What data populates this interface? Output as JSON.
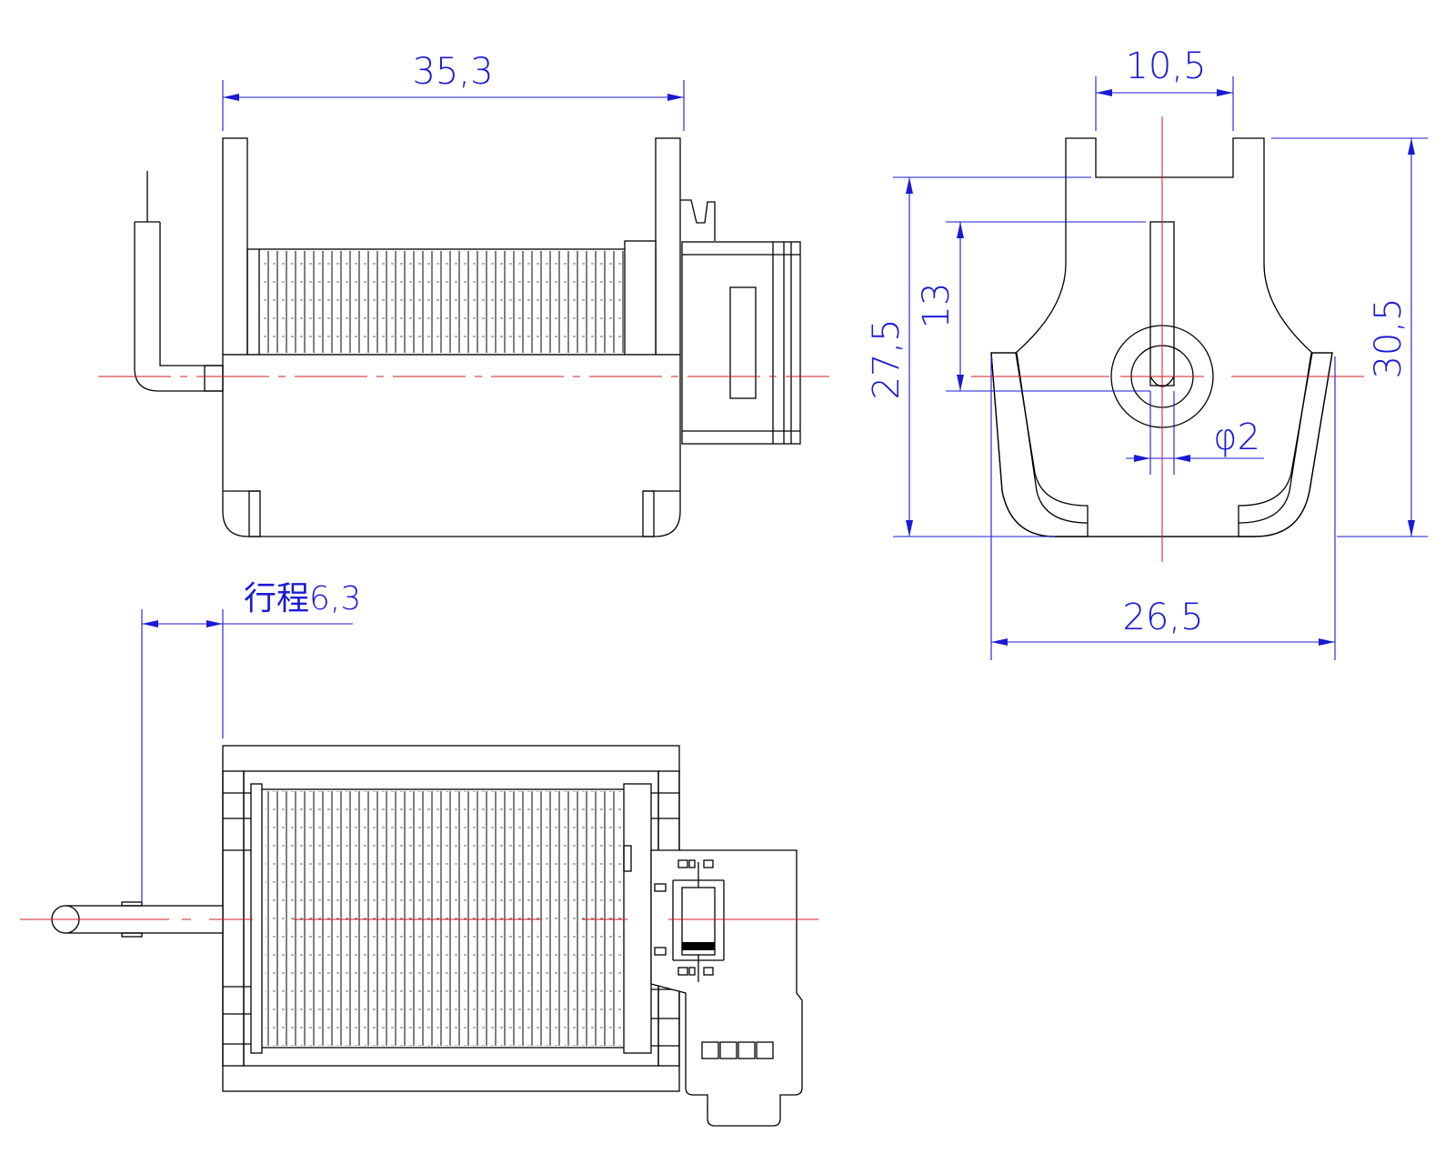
{
  "dimensions": {
    "length": "35,3",
    "top_width": "10,5",
    "height_inner": "27,5",
    "height_outer": "30,5",
    "plunger_length": "13",
    "plunger_diameter": "φ2",
    "base_width": "26,5",
    "stroke": "行程6,3"
  },
  "colors": {
    "outline": "#000000",
    "dimension": "#1a1ad6",
    "centerline": "#d21e1e",
    "background": "#ffffff"
  }
}
